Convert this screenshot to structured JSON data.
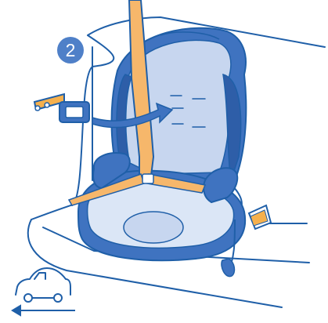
{
  "step": {
    "number": "2"
  },
  "colors": {
    "outline": "#1f5fa8",
    "seat_shell": "#3f73c0",
    "seat_shell_dark": "#2e5ea8",
    "seat_fabric": "#c7d6ef",
    "seat_fabric_light": "#dbe6f6",
    "belt": "#f6b76b",
    "badge": "#4f80c8",
    "connector_bar": "#f5b04d",
    "background": "#ffffff"
  },
  "icons": {
    "step_badge": "number-circle",
    "arrow": "insert-arrow",
    "clip": "belt-guide-clip",
    "connector": "isofix-connector",
    "vehicle": "car-outline",
    "direction": "travel-direction-arrow"
  }
}
